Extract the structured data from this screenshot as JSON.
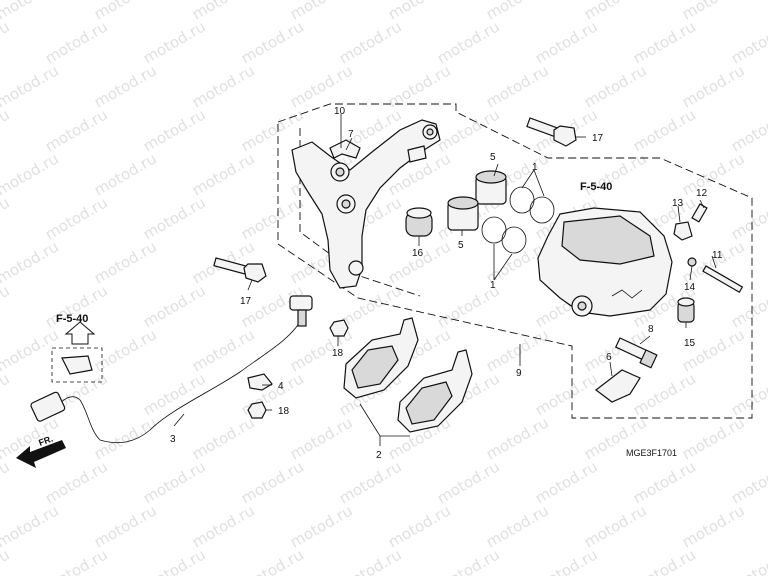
{
  "watermark": "motod.ru",
  "diagram_code": "MGE3F1701",
  "references": {
    "ref_top": "F-5-40",
    "ref_left": "F-5-40",
    "front_mark": "FR."
  },
  "callouts": [
    "1",
    "1",
    "2",
    "3",
    "4",
    "5",
    "5",
    "6",
    "7",
    "8",
    "9",
    "10",
    "11",
    "12",
    "13",
    "14",
    "15",
    "16",
    "17",
    "17",
    "18",
    "18"
  ]
}
